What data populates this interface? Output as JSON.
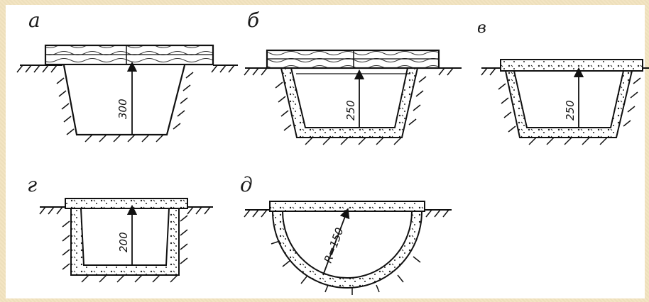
{
  "figures": [
    {
      "label": "а",
      "dimension": "300"
    },
    {
      "label": "б",
      "dimension": "250"
    },
    {
      "label": "в",
      "dimension": "250"
    },
    {
      "label": "г",
      "dimension": "200"
    },
    {
      "label": "д",
      "dimension": "R=150"
    }
  ],
  "colors": {
    "line": "#111111",
    "wood": "#d9d9d9",
    "concrete": "#eeeeee",
    "border": "#f2e3bf"
  }
}
